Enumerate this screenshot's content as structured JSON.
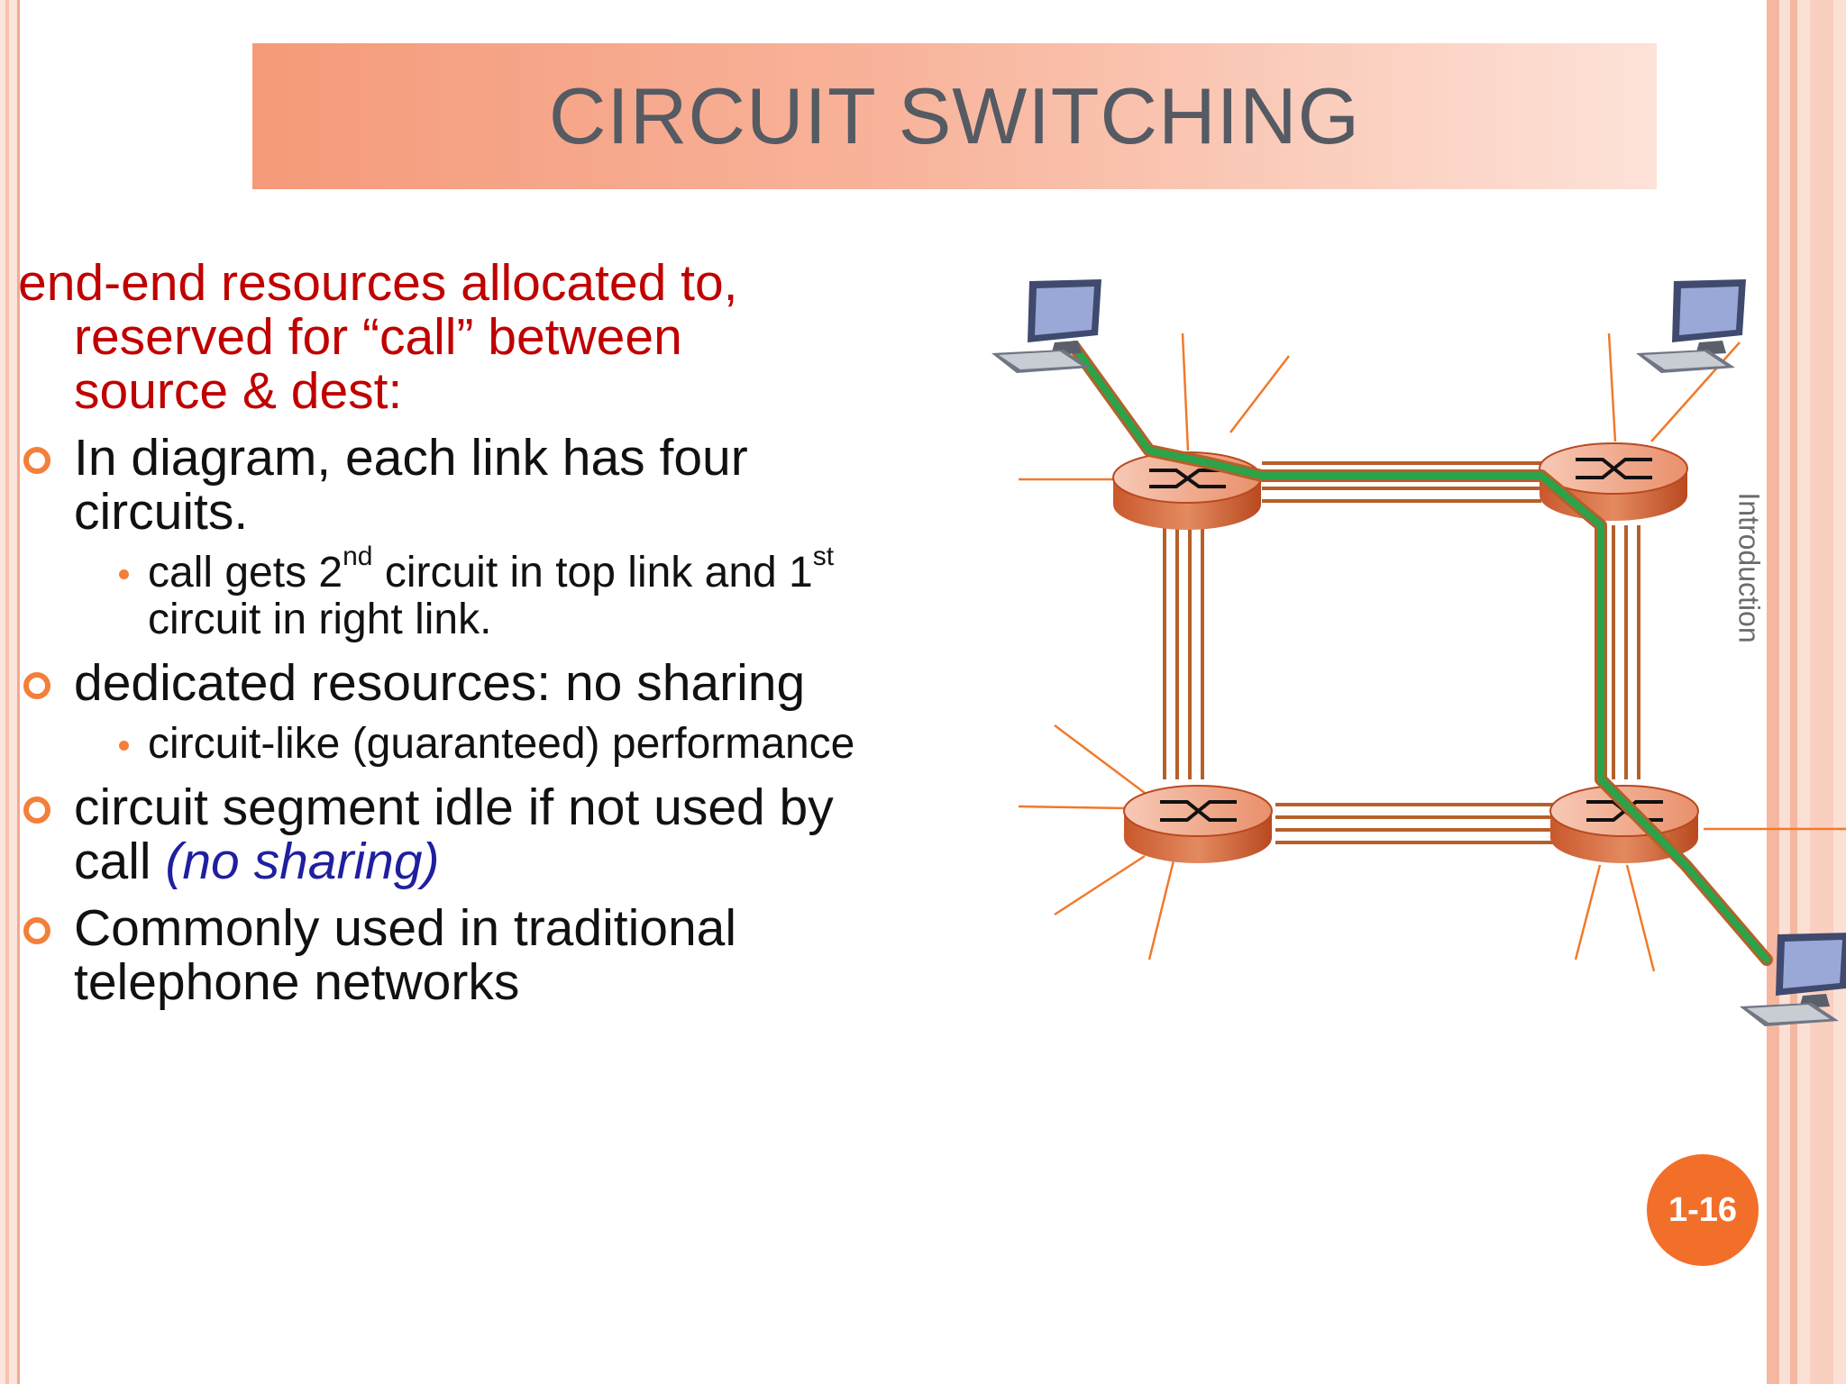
{
  "slide": {
    "title": "CIRCUIT SWITCHING",
    "lead_lines": [
      "end-end resources allocated to,",
      "reserved for “call” between",
      "source & dest:"
    ],
    "bullets": [
      {
        "text": "In diagram, each link has four circuits.",
        "subs": [
          {
            "pre": "call gets 2",
            "sup1": "nd",
            "mid": " circuit in top link and 1",
            "sup2": "st",
            "post": " circuit in right link."
          }
        ]
      },
      {
        "text": "dedicated resources: no sharing",
        "subs_plain": [
          "circuit-like (guaranteed) performance"
        ]
      },
      {
        "text_plain": "circuit segment idle if not used by call ",
        "text_emph": "(no sharing)"
      },
      {
        "text": "Commonly used in traditional telephone networks"
      }
    ],
    "side_label": "Introduction",
    "page_number": "1-16"
  },
  "colors": {
    "accent_orange": "#f37f3a",
    "lead_red": "#c00000",
    "emphasis_blue": "#1f1fa0",
    "circuit_link": "#b5602a",
    "active_circuit": "#2aa34a",
    "router_fill": "#d9744a"
  },
  "icons": [
    "router-icon",
    "computer-icon",
    "ring-bullet-icon",
    "dot-bullet-icon"
  ]
}
